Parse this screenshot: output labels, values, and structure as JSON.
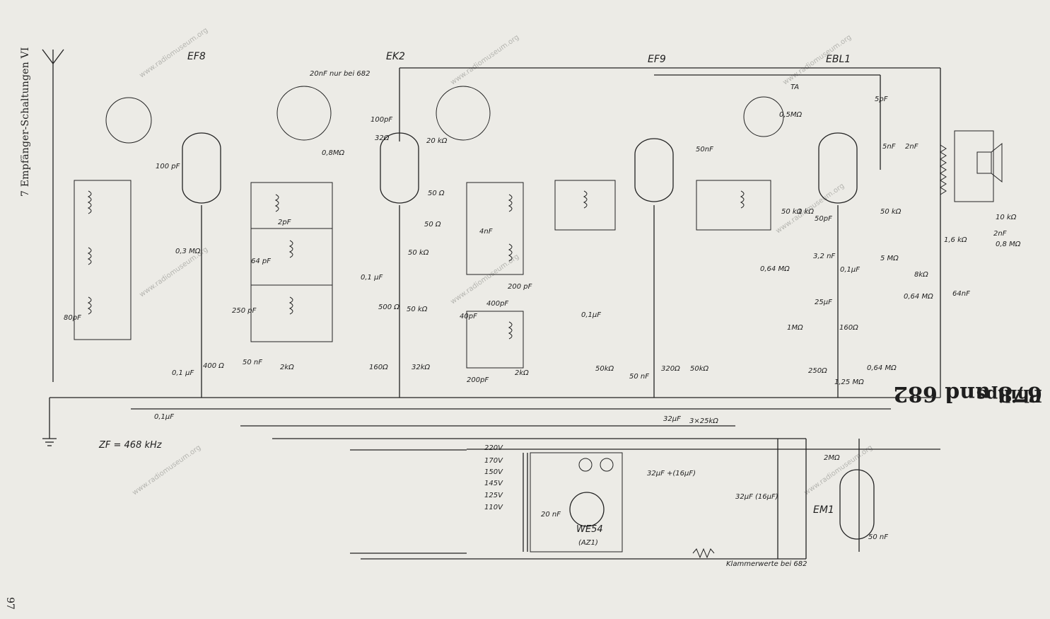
{
  "margin": {
    "series_title": "7 Empfänger-Schaltungen VI",
    "page_number": "97",
    "brand": "Philips",
    "model": "678 und 682"
  },
  "tubes": [
    "EF8",
    "EK2",
    "EF9",
    "EBL1",
    "EM1",
    "WE54",
    "(AZ1)"
  ],
  "notes": {
    "if_freq": "ZF = 468 kHz",
    "bracket_note": "Klammerwerte bei 682",
    "option_cap": "20nF nur bei 682",
    "pickup": "TA"
  },
  "mains_taps": [
    "220V",
    "170V",
    "150V",
    "145V",
    "125V",
    "110V"
  ],
  "components": [
    "100 pF",
    "80pF",
    "0,3 MΩ",
    "0,1 µF",
    "400 Ω",
    "0,1µF",
    "2pF",
    "64 pF",
    "250 pF",
    "50 nF",
    "2kΩ",
    "0,8MΩ",
    "100pF",
    "32Ω",
    "20 kΩ",
    "50 Ω",
    "50 Ω",
    "50 kΩ",
    "0,1 µF",
    "50 kΩ",
    "500 Ω",
    "160Ω",
    "32kΩ",
    "4nF",
    "40pF",
    "200 pF",
    "400pF",
    "200pF",
    "2kΩ",
    "0,1µF",
    "50nF",
    "0,5MΩ",
    "50kΩ",
    "50 nF",
    "320Ω",
    "50kΩ",
    "32µF",
    "3×25kΩ",
    "5pF",
    "5nF",
    "2nF",
    "50 kΩ",
    "1 kΩ",
    "50pF",
    "50 kΩ",
    "3,2 nF",
    "0,64 MΩ",
    "0,1µF",
    "5 MΩ",
    "8kΩ",
    "64nF",
    "0,64 MΩ",
    "25µF",
    "1MΩ",
    "160Ω",
    "250Ω",
    "1,25 MΩ",
    "0,64 MΩ",
    "10 kΩ",
    "2nF",
    "1,6 kΩ",
    "0,8 MΩ",
    "2MΩ",
    "50 nF",
    "32µF +(16µF)",
    "32µF (16µF)",
    "20 nF"
  ],
  "colors": {
    "paper": "#ecebe6",
    "ink": "#1e1e1e",
    "watermark": "#b5b5b0"
  },
  "watermark": "www.radiomuseum.org"
}
